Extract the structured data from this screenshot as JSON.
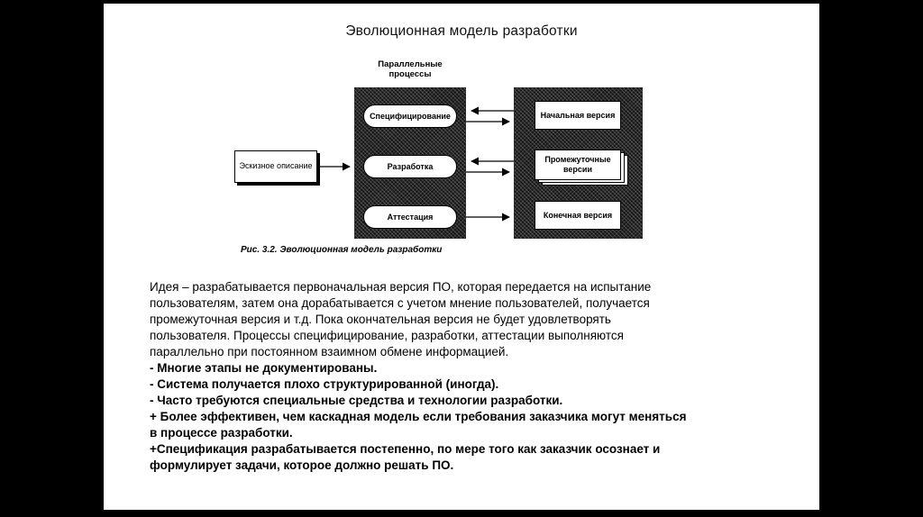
{
  "colors": {
    "letterbox": "#000000",
    "slide_bg": "#ffffff",
    "ink": "#000000"
  },
  "slide": {
    "title": "Эволюционная модель разработки",
    "diagram": {
      "parallel_label": "Параллельные процессы",
      "sketch_box": "Эскизное описание",
      "processes": [
        "Специфицирование",
        "Разработка",
        "Аттестация"
      ],
      "versions": [
        "Начальная версия",
        "Промежуточные версии",
        "Конечная версия"
      ],
      "caption": "Рис. 3.2. Эволюционная модель разработки"
    },
    "body": {
      "lines": [
        "Идея – разрабатывается первоначальная версия ПО, которая передается на испытание",
        "пользователям, затем она дорабатывается с учетом мнение пользователей, получается",
        "промежуточная версия и т.д. Пока окончательная версия не будет удовлетворять",
        "пользователя. Процессы специфицирование, разработки, аттестации выполняются",
        "параллельно  при постоянном взаимном обмене информацией.",
        "- Многие этапы не документированы.",
        "- Система получается плохо структурированной (иногда).",
        "- Часто требуются специальные средства и технологии разработки.",
        "+ Более эффективен, чем каскадная модель если требования заказчика могут меняться",
        "в процессе разработки.",
        "+Спецификация разрабатывается постепенно, по мере того как заказчик осознает  и",
        "формулирует задачи, которое должно решать ПО."
      ]
    }
  }
}
